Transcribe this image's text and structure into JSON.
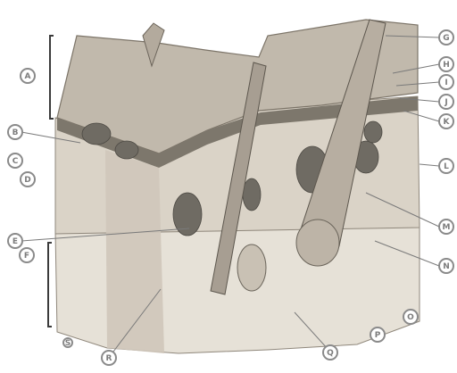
{
  "image": {
    "subject": "skin-cross-section",
    "palette": {
      "epidermis": "#b8b0a3",
      "dermis": "#d9d2c6",
      "gland": "#6c6c6c",
      "hair": "#a79e92",
      "fat": "#e5e0d6",
      "line": "#4a4a4a",
      "marker": "#8a8a8a"
    }
  },
  "markers": [
    {
      "id": "A",
      "label": ""
    },
    {
      "id": "B",
      "label": ""
    },
    {
      "id": "C",
      "label": ""
    },
    {
      "id": "D",
      "label": ""
    },
    {
      "id": "E",
      "label": ""
    },
    {
      "id": "F",
      "label": ""
    },
    {
      "id": "G",
      "label": ""
    },
    {
      "id": "H",
      "label": ""
    },
    {
      "id": "I",
      "label": ""
    },
    {
      "id": "J",
      "label": ""
    },
    {
      "id": "K",
      "label": ""
    },
    {
      "id": "L",
      "label": ""
    },
    {
      "id": "M",
      "label": ""
    },
    {
      "id": "N",
      "label": ""
    },
    {
      "id": "O",
      "label": ""
    },
    {
      "id": "P",
      "label": ""
    },
    {
      "id": "Q",
      "label": ""
    },
    {
      "id": "R",
      "label": ""
    },
    {
      "id": "S",
      "label": ""
    }
  ]
}
